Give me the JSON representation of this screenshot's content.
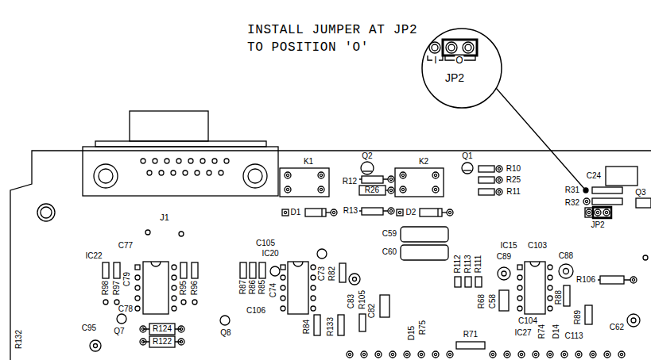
{
  "diagram": {
    "labels": [
      "INSTALL JUMPER AT JP2 TO POSITION 'O'",
      "I",
      "O",
      "JP2",
      "J1",
      "K1",
      "Q2",
      "R12",
      "R26",
      "R13",
      "D1",
      "K2",
      "Q1",
      "R10",
      "R25",
      "R11",
      "D2",
      "C24",
      "R31",
      "R32",
      "Q3",
      "JP2",
      "C77",
      "IC22",
      "C105",
      "IC20",
      "C73",
      "R82",
      "C59",
      "C60",
      "R112",
      "R113",
      "R111",
      "IC15",
      "C103",
      "C89",
      "C88",
      "R106",
      "R98",
      "R97",
      "C79",
      "R95",
      "R96",
      "C78",
      "R87",
      "R86",
      "R85",
      "C74",
      "C106",
      "C83",
      "R105",
      "C82",
      "R84",
      "R133",
      "C58",
      "R68",
      "C104",
      "R88",
      "R89",
      "C62",
      "R132",
      "C95",
      "Q7",
      "R124",
      "R122",
      "Q8",
      "D15",
      "R75",
      "R71",
      "IC27",
      "R74",
      "D14",
      "C113"
    ]
  }
}
